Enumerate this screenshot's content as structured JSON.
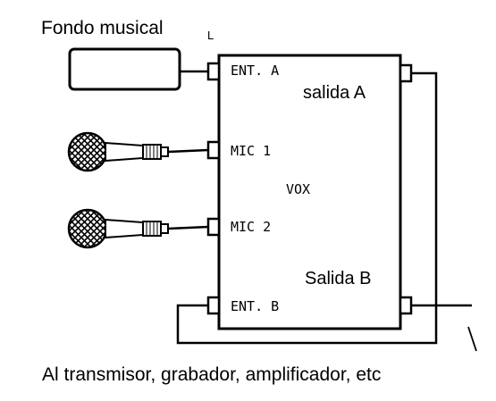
{
  "title": "Fondo musical",
  "corner_mark": "L",
  "mixer": {
    "center_label": "VOX",
    "inputs": [
      {
        "label": "ENT. A"
      },
      {
        "label": "MIC 1"
      },
      {
        "label": "MIC 2"
      },
      {
        "label": "ENT. B"
      }
    ],
    "outputs": [
      {
        "label": "salida A"
      },
      {
        "label": "Salida B"
      }
    ]
  },
  "caption": "Al transmisor, grabador, amplificador, etc",
  "colors": {
    "ink": "#000000",
    "background": "#ffffff"
  }
}
